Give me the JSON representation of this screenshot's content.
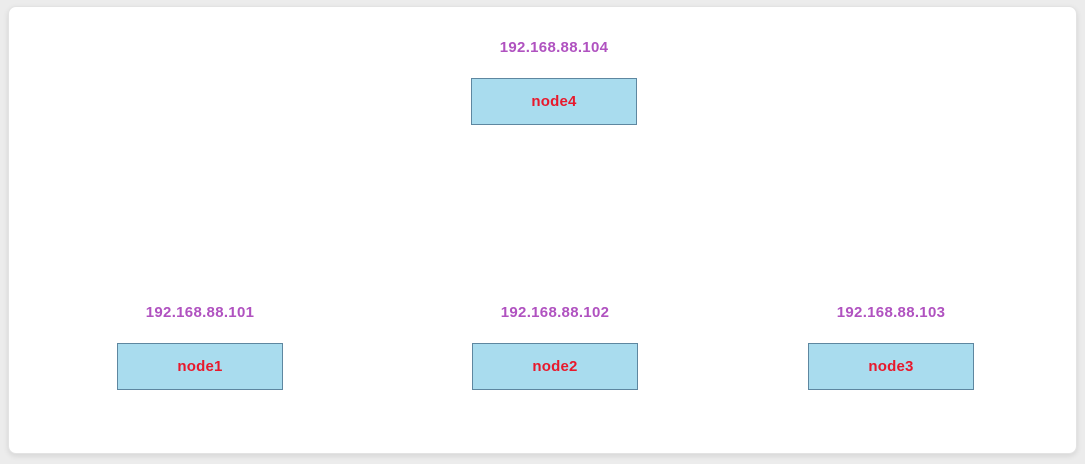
{
  "diagram": {
    "title": "cluster-nodes-topology",
    "colors": {
      "node_fill": "#a9dcee",
      "node_border": "#5e87a0",
      "node_label_text": "#e8192c",
      "ip_label_text": "#b052c0",
      "canvas_background": "#ffffff"
    },
    "nodes": [
      {
        "id": "node4",
        "label": "node4",
        "ip": "192.168.88.104",
        "row": "top"
      },
      {
        "id": "node1",
        "label": "node1",
        "ip": "192.168.88.101",
        "row": "bottom"
      },
      {
        "id": "node2",
        "label": "node2",
        "ip": "192.168.88.102",
        "row": "bottom"
      },
      {
        "id": "node3",
        "label": "node3",
        "ip": "192.168.88.103",
        "row": "bottom"
      }
    ]
  }
}
